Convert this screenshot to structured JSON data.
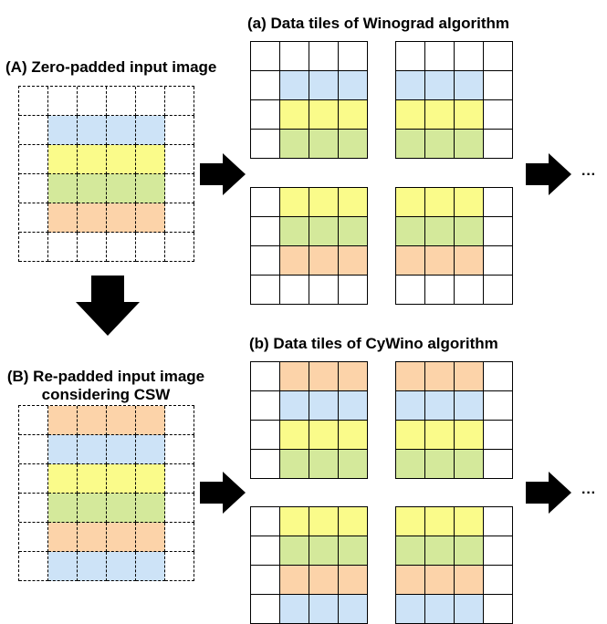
{
  "titles": {
    "A": "(A) Zero-padded input image",
    "B_line1": "(B) Re-padded input image",
    "B_line2": "considering CSW",
    "a": "(a) Data tiles of Winograd algorithm",
    "b": "(b) Data tiles of CyWino algorithm"
  },
  "continuation_a": "···",
  "continuation_b": "···",
  "colors": {
    "W": "#ffffff",
    "B": "#cde3f7",
    "Y": "#fafb8a",
    "G": "#d4e99b",
    "O": "#fcd3a9",
    "arrow": "#000000",
    "line": "#000000"
  },
  "input_A": {
    "rows": [
      "WWWWWW",
      "WBBBBW",
      "WYYYYW",
      "WGGGGW",
      "WOOOOW",
      "WWWWWW"
    ]
  },
  "input_B": {
    "rows": [
      "WOOOOW",
      "WBBBBW",
      "WYYYYW",
      "WGGGGW",
      "WOOOOW",
      "WBBBBW"
    ]
  },
  "winograd_tiles": [
    {
      "rows": [
        "WWWW",
        "WBBB",
        "WYYY",
        "WGGG"
      ]
    },
    {
      "rows": [
        "WWWW",
        "BBBW",
        "YYYW",
        "GGGW"
      ]
    },
    {
      "rows": [
        "WYYY",
        "WGGG",
        "WOOO",
        "WWWW"
      ]
    },
    {
      "rows": [
        "YYYW",
        "GGGW",
        "OOOW",
        "WWWW"
      ]
    }
  ],
  "cywino_tiles": [
    {
      "rows": [
        "WOOO",
        "WBBB",
        "WYYY",
        "WGGG"
      ]
    },
    {
      "rows": [
        "OOOW",
        "BBBW",
        "YYYW",
        "GGGW"
      ]
    },
    {
      "rows": [
        "WYYY",
        "WGGG",
        "WOOO",
        "WBBB"
      ]
    },
    {
      "rows": [
        "YYYW",
        "GGGW",
        "OOOW",
        "BBBW"
      ]
    }
  ]
}
